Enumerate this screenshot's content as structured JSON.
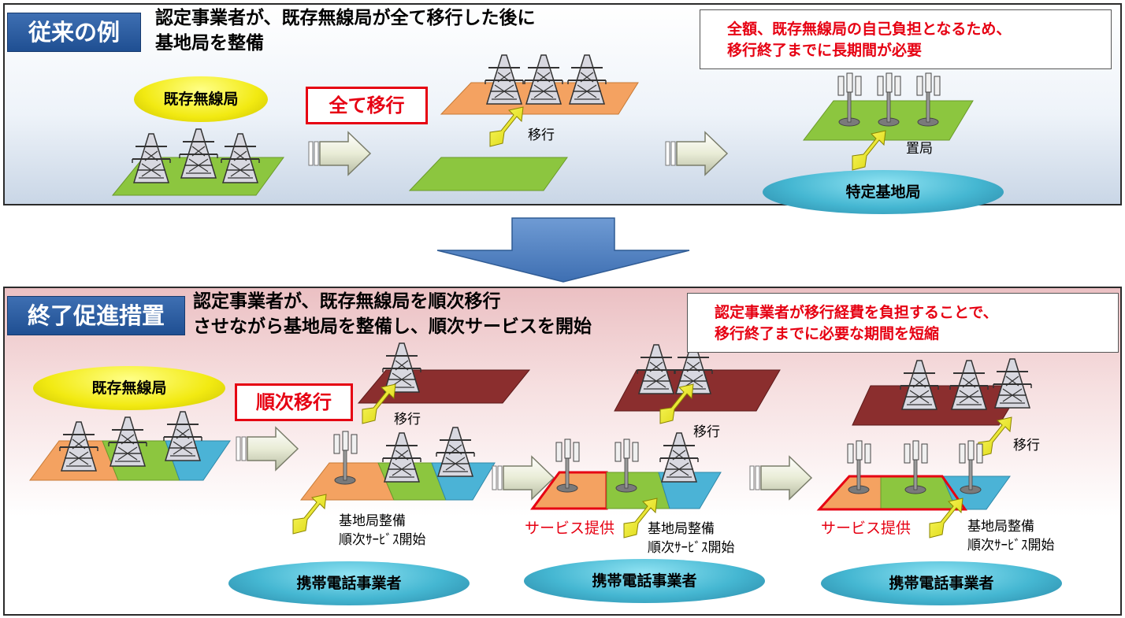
{
  "top": {
    "tag": "従来の例",
    "heading_line1": "認定事業者が、既存無線局が全て移行した後に",
    "heading_line2": "基地局を整備",
    "note_line1": "全額、既存無線局の自己負担となるため、",
    "note_line2": "移行終了までに長期間が必要",
    "existing_label": "既存無線局",
    "all_move_label": "全て移行",
    "move_text": "移行",
    "place_text": "置局",
    "base_label": "特定基地局"
  },
  "bottom": {
    "tag": "終了促進措置",
    "heading_line1": "認定事業者が、既存無線局を順次移行",
    "heading_line2": "させながら基地局を整備し、順次サービスを開始",
    "note_line1": "認定事業者が移行経費を負担することで、",
    "note_line2": "移行終了までに必要な期間を短縮",
    "existing_label": "既存無線局",
    "sequential_label": "順次移行",
    "move_text": "移行",
    "build_line1": "基地局整備",
    "build_line2": "順次ｻｰﾋﾞｽ開始",
    "service_text": "サービス提供",
    "carrier_label": "携帯電話事業者"
  },
  "colors": {
    "tag_blue": "#2a5ba0",
    "note_red": "#e60012",
    "land_green": "#8cc63f",
    "land_orange": "#f4a261",
    "land_teal": "#4bb3d6",
    "land_maroon": "#8b2e2e",
    "ellipse_yellow": "#f2ea12",
    "ellipse_blue": "#45b7d2",
    "arrow_yellow": "#f5f000"
  }
}
